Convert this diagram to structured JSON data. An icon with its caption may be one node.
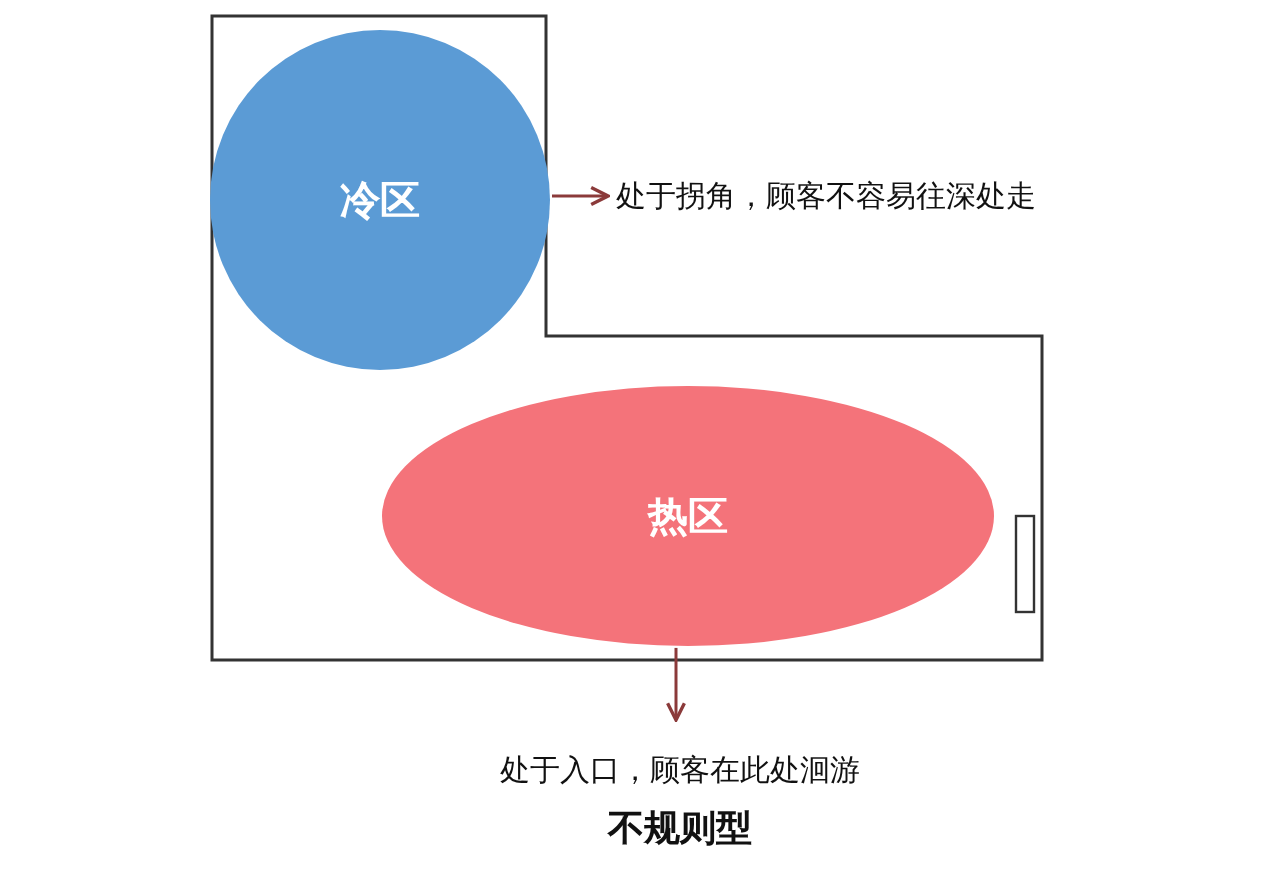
{
  "diagram": {
    "caption": "不规则型",
    "nodes": [
      {
        "text": [
          "冷区"
        ]
      },
      {
        "text": [
          "热区"
        ]
      },
      {
        "text": [
          "处于拐角，顾客不容易往深处走"
        ]
      },
      {
        "text": [
          "处于入口，顾客在此处洄游"
        ]
      }
    ],
    "edges": [
      {
        "from": 0,
        "to": 2,
        "arrow": "to"
      },
      {
        "from": 1,
        "to": 3,
        "arrow": "to"
      }
    ]
  }
}
